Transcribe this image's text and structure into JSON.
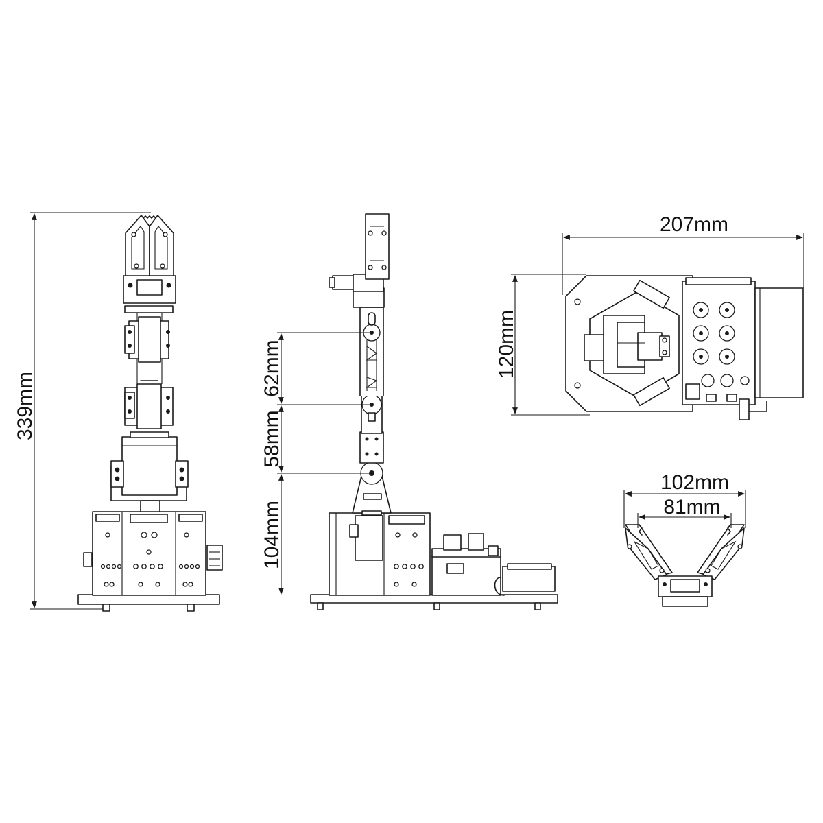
{
  "dimensions": {
    "total_height": "339mm",
    "segment_upper": "62mm",
    "segment_middle": "58mm",
    "segment_base": "104mm",
    "top_view_width": "207mm",
    "top_view_depth": "120mm",
    "gripper_open_outer": "102mm",
    "gripper_open_inner": "81mm"
  }
}
